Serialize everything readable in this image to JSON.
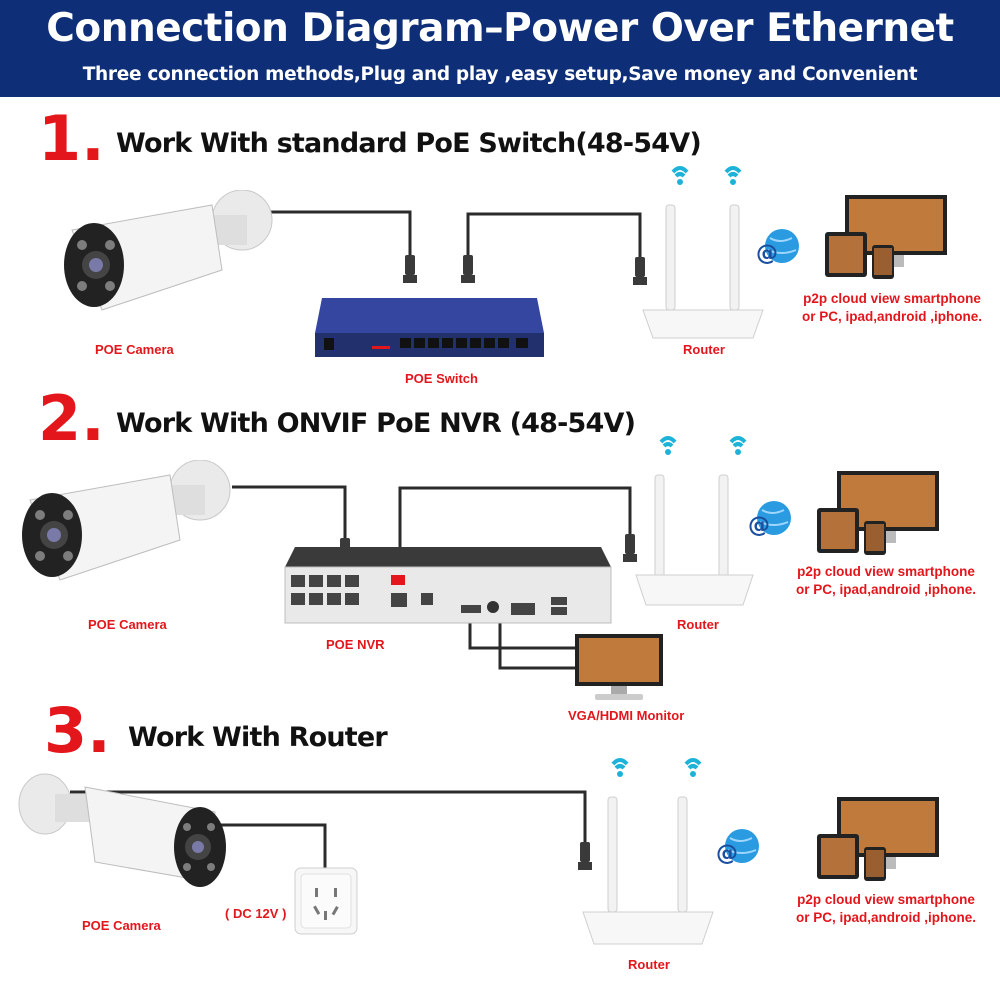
{
  "header": {
    "title": "Connection Diagram–Power Over Ethernet",
    "subtitle": "Three connection methods,Plug and play ,easy setup,Save money and Convenient"
  },
  "sections": [
    {
      "number": "1.",
      "title": "Work With standard PoE Switch(48-54V)",
      "labels": {
        "camera": "POE Camera",
        "hub": "POE Switch",
        "router": "Router",
        "p2p_line1": "p2p cloud view smartphone",
        "p2p_line2": "or PC, ipad,android ,iphone."
      }
    },
    {
      "number": "2.",
      "title": "Work With ONVIF PoE NVR (48-54V)",
      "labels": {
        "camera": "POE Camera",
        "hub": "POE NVR",
        "router": "Router",
        "monitor": "VGA/HDMI Monitor",
        "p2p_line1": "p2p cloud view smartphone",
        "p2p_line2": "or PC, ipad,android ,iphone."
      }
    },
    {
      "number": "3.",
      "title": "Work With Router",
      "labels": {
        "camera": "POE Camera",
        "power": "( DC 12V )",
        "router": "Router",
        "p2p_line1": "p2p cloud view smartphone",
        "p2p_line2": "or PC, ipad,android ,iphone."
      }
    }
  ],
  "colors": {
    "header_bg": "#0e2f78",
    "accent_red": "#e3161c",
    "wifi_cyan": "#1db3d8",
    "switch_blue": "#23306e"
  },
  "icons": [
    "bullet-camera-icon",
    "poe-switch-icon",
    "nvr-recorder-icon",
    "wifi-router-icon",
    "wifi-signal-icon",
    "internet-globe-icon",
    "multi-device-icon",
    "monitor-icon",
    "wall-socket-icon",
    "rj45-plug-icon"
  ]
}
